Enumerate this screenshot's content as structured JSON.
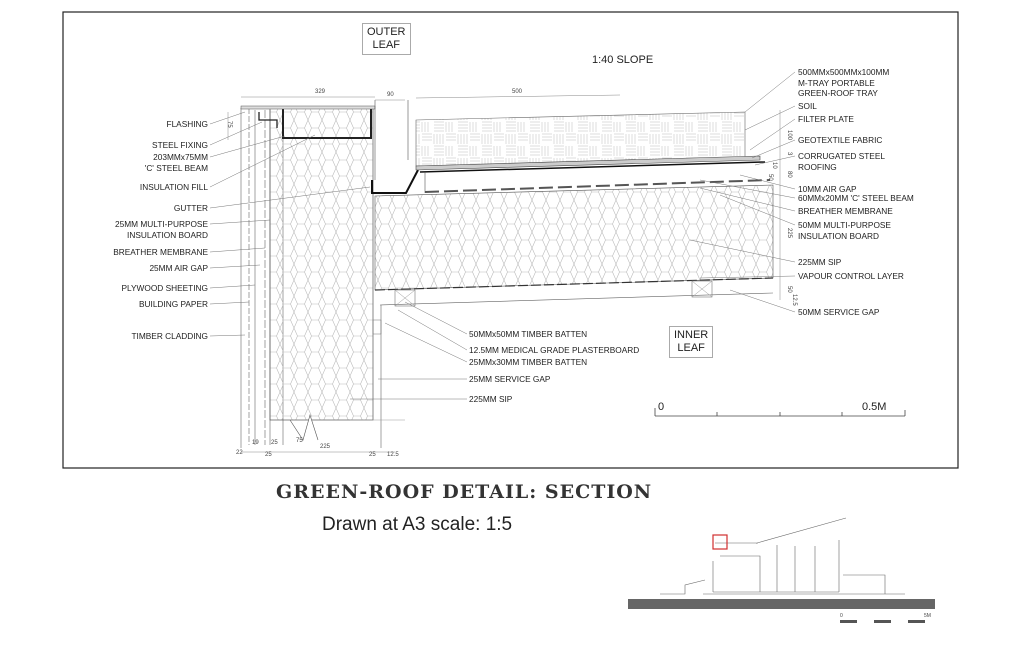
{
  "title": "GREEN-ROOF DETAIL: SECTION",
  "subtitle": "Drawn at A3 scale: 1:5",
  "tags": {
    "outer_leaf": [
      "OUTER",
      "LEAF"
    ],
    "inner_leaf": [
      "INNER",
      "LEAF"
    ],
    "slope": "1:40 SLOPE"
  },
  "left_labels": [
    [
      "FLASHING"
    ],
    [
      "STEEL FIXING"
    ],
    [
      "203MMx75MM",
      "'C' STEEL BEAM"
    ],
    [
      "INSULATION FILL"
    ],
    [
      "GUTTER"
    ],
    [
      "25MM MULTI-PURPOSE",
      "INSULATION BOARD"
    ],
    [
      "BREATHER MEMBRANE"
    ],
    [
      "25MM AIR GAP"
    ],
    [
      "PLYWOOD SHEETING"
    ],
    [
      "BUILDING PAPER"
    ],
    [
      "TIMBER CLADDING"
    ]
  ],
  "right_labels": [
    [
      "500MMx500MMx100MM",
      "M-TRAY PORTABLE",
      "GREEN-ROOF TRAY"
    ],
    [
      "SOIL"
    ],
    [
      "FILTER PLATE"
    ],
    [
      "GEOTEXTILE FABRIC"
    ],
    [
      "CORRUGATED STEEL",
      "ROOFING"
    ],
    [
      "10MM AIR GAP"
    ],
    [
      "60MMx20MM 'C' STEEL BEAM"
    ],
    [
      "BREATHER MEMBRANE"
    ],
    [
      "50MM MULTI-PURPOSE",
      "INSULATION BOARD"
    ],
    [
      "225MM SIP"
    ],
    [
      "VAPOUR CONTROL LAYER"
    ],
    [
      "50MM SERVICE GAP"
    ]
  ],
  "center_labels": [
    "50MMx50MM TIMBER BATTEN",
    "12.5MM MEDICAL GRADE PLASTERBOARD",
    "25MMx30MM TIMBER BATTEN",
    "25MM SERVICE GAP",
    "225MM SIP"
  ],
  "dimensions": {
    "top": [
      "329",
      "90",
      "500"
    ],
    "flashing": "75",
    "bottom": [
      "22",
      "19",
      "25",
      "25",
      "75",
      "225",
      "25",
      "12.5"
    ],
    "right": [
      "100",
      "3",
      "10",
      "50",
      "80",
      "225",
      "50",
      "12.5"
    ]
  },
  "scale_bar": {
    "start": "0",
    "end": "0.5M"
  },
  "key_plan": {
    "scale_start": "0",
    "scale_end": "5M",
    "highlight_color": "#d03030"
  }
}
